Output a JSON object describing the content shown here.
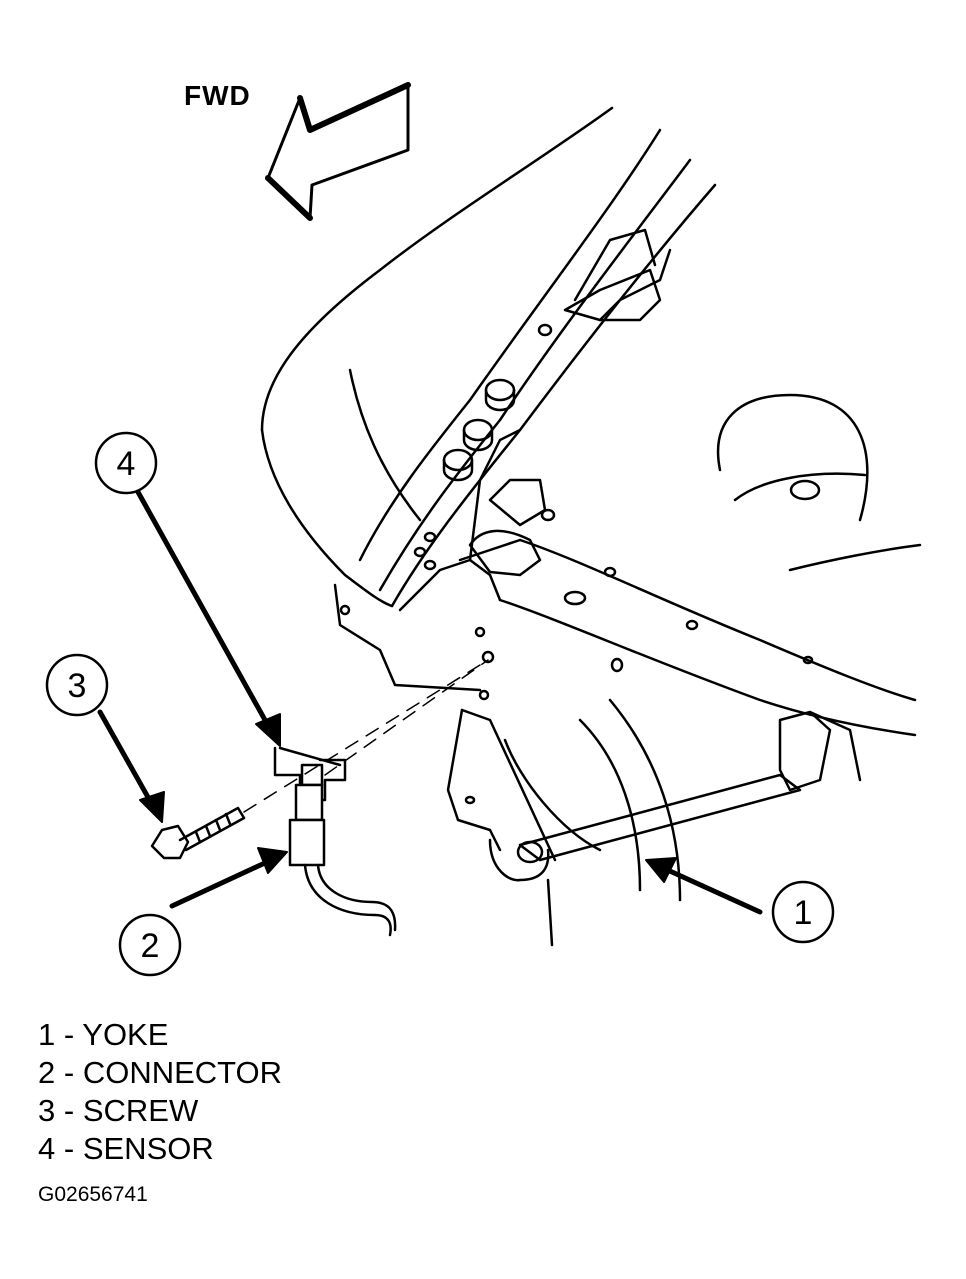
{
  "direction_label": "FWD",
  "callouts": [
    "1",
    "2",
    "3",
    "4"
  ],
  "legend": [
    {
      "num": "1",
      "sep": "-",
      "name": "YOKE"
    },
    {
      "num": "2",
      "sep": "-",
      "name": "CONNECTOR"
    },
    {
      "num": "3",
      "sep": "-",
      "name": "SCREW"
    },
    {
      "num": "4",
      "sep": "-",
      "name": "SENSOR"
    }
  ],
  "figure_id": "G02656741"
}
